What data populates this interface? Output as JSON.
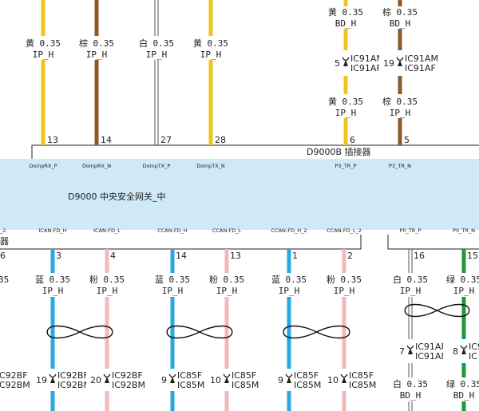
{
  "colors": {
    "yellow": "#f2c31c",
    "brown": "#8b5a2b",
    "white": "#ffffff",
    "blue": "#29a9e1",
    "pink": "#f4b8b8",
    "green": "#1f9a3a",
    "module_fill": "#cfe9f7"
  },
  "top_connector": {
    "label": "D9000B 插接器"
  },
  "module": {
    "label": "D9000 中央安全网关_中"
  },
  "bottom_connector": {
    "label": "器"
  },
  "top_wires": [
    {
      "color_key": "yellow",
      "label1": "黄 0.35",
      "label2": "IP_H",
      "pin": "13",
      "signal": "DoinpRX_P"
    },
    {
      "color_key": "brown",
      "label1": "棕 0.35",
      "label2": "IP_H",
      "pin": "14",
      "signal": "DoinpRX_N"
    },
    {
      "color_key": "white",
      "label1": "白 0.35",
      "label2": "IP_H",
      "pin": "27",
      "signal": "DoinpTX_P"
    },
    {
      "color_key": "yellow",
      "label1": "黄 0.35",
      "label2": "IP_H",
      "pin": "28",
      "signal": "DoinpTX_N"
    },
    {
      "color_key": "yellow",
      "top1": "黄 0.35",
      "top2": "BD_H",
      "splice_num": "5",
      "splice1": "IC91AM",
      "splice2": "IC91AF",
      "label1": "黄 0.35",
      "label2": "IP_H",
      "pin": "6",
      "signal": "P3_TR_P"
    },
    {
      "color_key": "brown",
      "top1": "棕 0.35",
      "top2": "BD_H",
      "splice_num": "19",
      "splice1": "IC91AM",
      "splice2": "IC91AF",
      "label1": "棕 0.35",
      "label2": "IP_H",
      "pin": "5",
      "signal": "P3_TR_N"
    }
  ],
  "bottom_wires": [
    {
      "color_key": "blue",
      "signal": "ICAN-FD_H",
      "pin": "3",
      "label1": "蓝 0.35",
      "label2": "IP_H",
      "splice_num": "19",
      "splice1": "IC92BF",
      "splice2": "IC92BM"
    },
    {
      "color_key": "pink",
      "signal": "ICAN-FD_L",
      "pin": "4",
      "label1": "粉 0.35",
      "label2": "IP_H",
      "splice_num": "20",
      "splice1": "IC92BF",
      "splice2": "IC92BM"
    },
    {
      "color_key": "blue",
      "signal": "CCAN-FD_H",
      "pin": "14",
      "label1": "蓝 0.35",
      "label2": "IP_H",
      "splice_num": "9",
      "splice1": "IC85F",
      "splice2": "IC85M"
    },
    {
      "color_key": "pink",
      "signal": "CCAN-FD_L",
      "pin": "13",
      "label1": "粉 0.35",
      "label2": "IP_H",
      "splice_num": "10",
      "splice1": "IC85F",
      "splice2": "IC85M"
    },
    {
      "color_key": "blue",
      "signal": "CCAN-FD_H_2",
      "pin": "1",
      "label1": "蓝 0.35",
      "label2": "IP_H",
      "splice_num": "9",
      "splice1": "IC85F",
      "splice2": "IC85M"
    },
    {
      "color_key": "pink",
      "signal": "CCAN-FD_L_2",
      "pin": "2",
      "label1": "粉 0.35",
      "label2": "IP_H",
      "splice_num": "10",
      "splice1": "IC85F",
      "splice2": "IC85M"
    },
    {
      "color_key": "white",
      "signal": "P0_TR_P",
      "pin": "16",
      "label1": "白 0.35",
      "label2": "IP_H",
      "splice_num": "7",
      "splice1": "IC91AF",
      "splice2": "IC91AM",
      "bot1": "白 0.35",
      "bot2": "BD_H"
    },
    {
      "color_key": "green",
      "signal": "P0_TR_N",
      "pin": "15",
      "label1": "绿 0.35",
      "label2": "IP_H",
      "splice_num": "8",
      "splice1": "IC91AF",
      "splice2": "IC",
      "bot1": "绿 0.35",
      "bot2": "BD_H"
    }
  ],
  "left_fragments": {
    "signal_cut": "_2",
    "pin_cut": "6",
    "label_cut": "35",
    "splice1_cut": "C92BF",
    "splice2_cut": "C92BM"
  }
}
